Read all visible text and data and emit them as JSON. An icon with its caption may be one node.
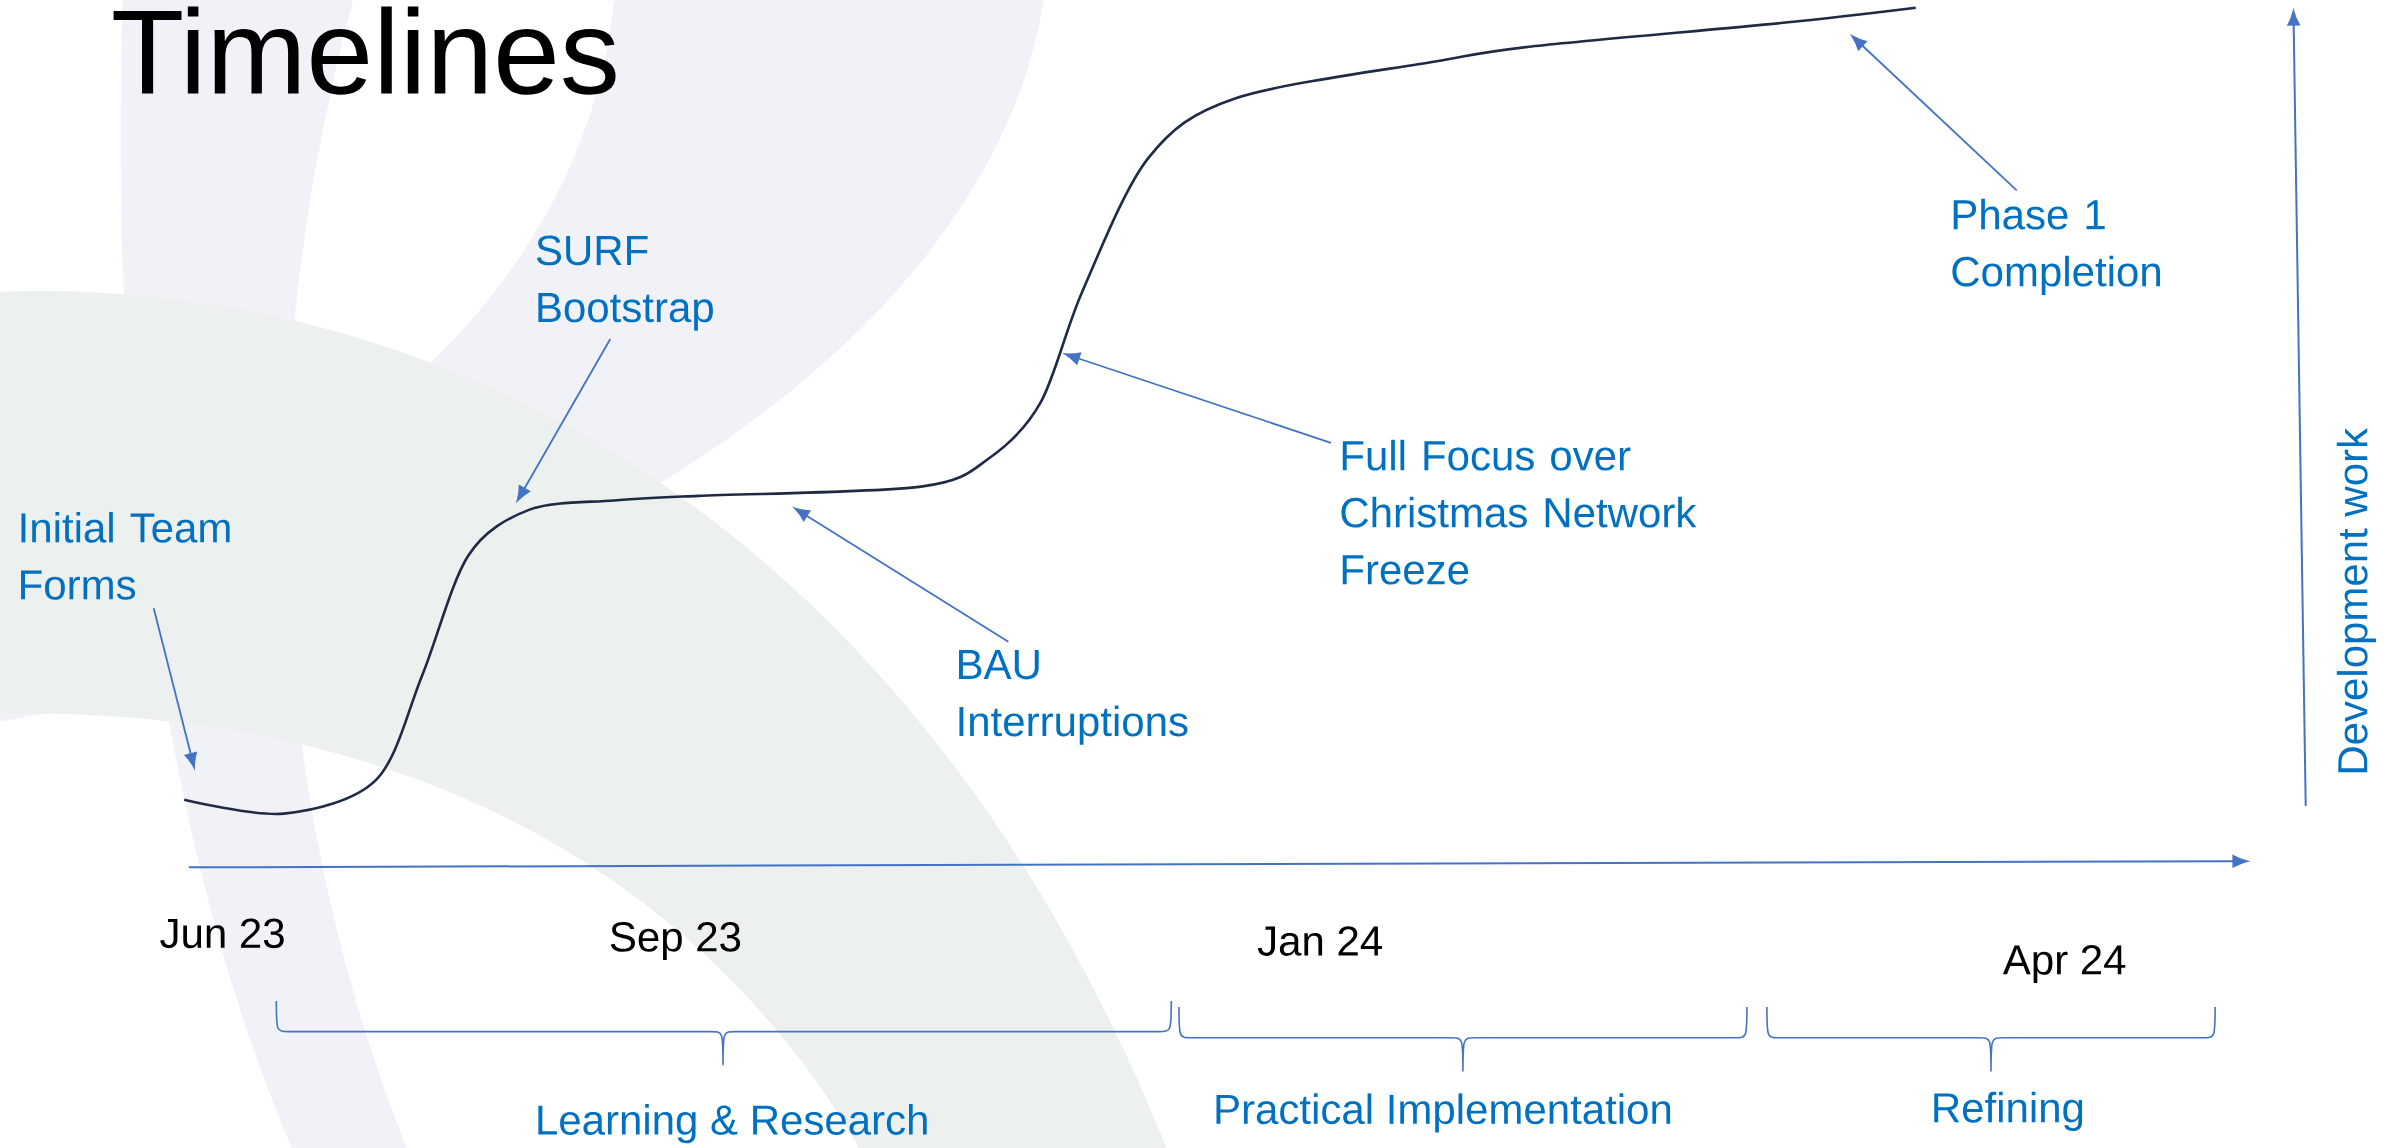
{
  "diagram": {
    "title": "Timelines",
    "nodes": [
      {
        "text": [
          "Initial Team Forms"
        ]
      },
      {
        "text": [
          "SURF Bootstrap"
        ]
      },
      {
        "text": [
          "BAU Interruptions"
        ]
      },
      {
        "text": [
          "Full Focus over Christmas Network Freeze"
        ]
      },
      {
        "text": [
          "Phase 1 Completion"
        ]
      }
    ],
    "edges": [
      {
        "from": 0,
        "to": null,
        "arrow": "to"
      },
      {
        "from": 1,
        "to": null,
        "arrow": "to"
      },
      {
        "from": 2,
        "to": null,
        "arrow": "to"
      },
      {
        "from": 3,
        "to": null,
        "arrow": "to"
      },
      {
        "from": 4,
        "to": null,
        "arrow": "to"
      }
    ],
    "labels": [
      "Development work",
      "Jun 23",
      "Sep 23",
      "Jan 24",
      "Apr 24",
      "Learning & Research",
      "Practical Implementation",
      "Refining"
    ]
  }
}
